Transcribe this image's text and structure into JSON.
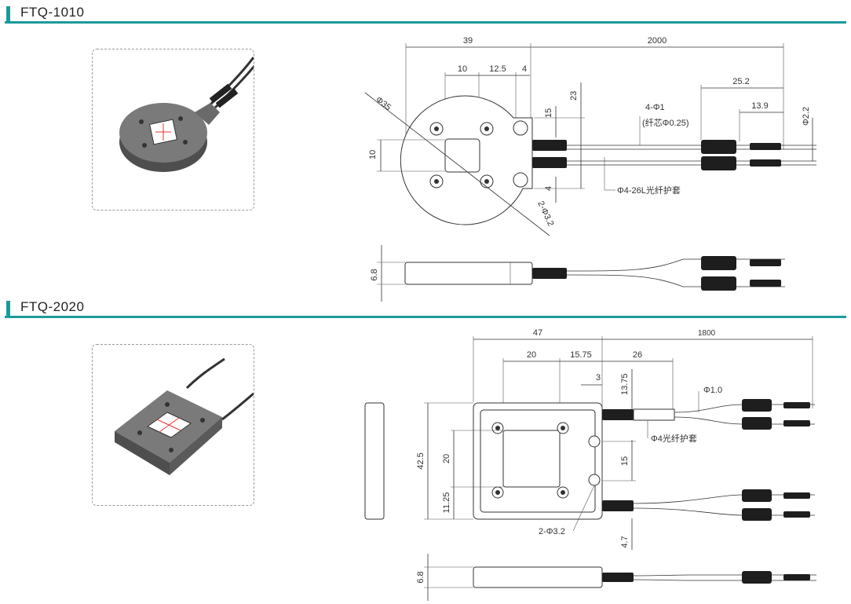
{
  "sections": [
    {
      "title": "FTQ-1010",
      "top_view": {
        "width_label": "39",
        "cable_length_label": "2000",
        "dim_10": "10",
        "dim_12_5": "12.5",
        "dim_4_top": "4",
        "dim_diameter": "Φ35",
        "dim_15": "15",
        "dim_23": "23",
        "dim_height_10": "10",
        "dim_4_bottom": "4",
        "dim_25_2": "25.2",
        "dim_13_9": "13.9",
        "dim_2_2": "Φ2.2",
        "fiber_count": "4-Φ1",
        "fiber_core": "(纤芯Φ0.25)",
        "sleeve": "Φ4-26L光纤护套",
        "holes": "2-Φ3.2"
      },
      "side_view": {
        "thickness": "6.8"
      }
    },
    {
      "title": "FTQ-2020",
      "top_view": {
        "width_label": "47",
        "cable_length_label": "1800",
        "dim_20_top": "20",
        "dim_15_75": "15.75",
        "dim_26": "26",
        "dim_3": "3",
        "dim_13_75": "13.75",
        "fiber": "Φ1.0",
        "sleeve": "Φ4光纤护套",
        "dim_42_5": "42.5",
        "dim_20_left": "20",
        "dim_11_25": "11.25",
        "dim_15_right": "15",
        "holes": "2-Φ3.2",
        "dim_4_7": "4.7"
      },
      "side_view": {
        "thickness": "6.8"
      }
    }
  ]
}
